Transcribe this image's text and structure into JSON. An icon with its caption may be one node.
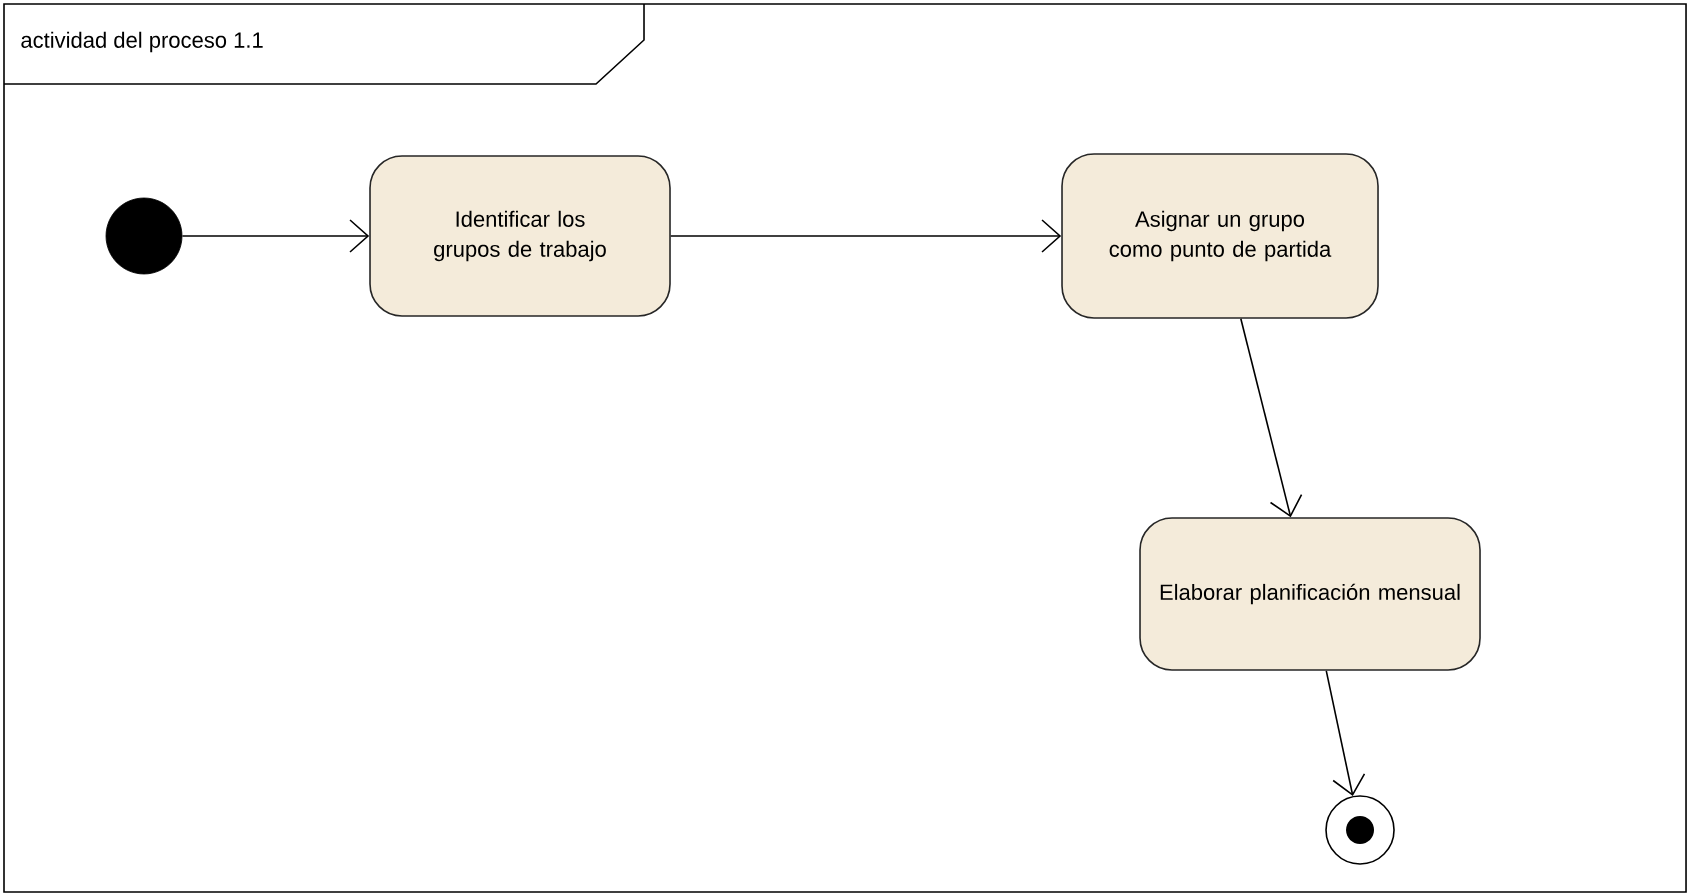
{
  "diagram": {
    "title": "actividad del proceso 1.1",
    "nodes": [
      {
        "text": [],
        "shape": "circle"
      },
      {
        "text": [
          "Identificar los grupos de trabajo"
        ]
      },
      {
        "text": [
          "Asignar un grupo como punto de partida"
        ]
      },
      {
        "text": [
          "Elaborar planificación mensual"
        ]
      },
      {
        "text": [],
        "shape": "bullseye"
      }
    ],
    "edges": [
      {
        "from": 0,
        "to": 1,
        "arrow": "to"
      },
      {
        "from": 1,
        "to": 2,
        "arrow": "to"
      },
      {
        "from": 2,
        "to": 3,
        "arrow": "to"
      },
      {
        "from": 3,
        "to": 4,
        "arrow": "to"
      }
    ]
  }
}
